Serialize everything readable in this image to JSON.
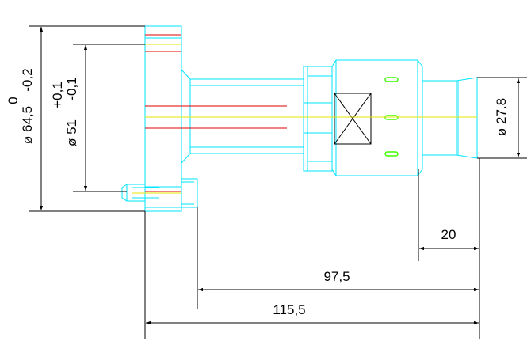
{
  "colors": {
    "background": "#ffffff",
    "part_outline": "#00e5ff",
    "center_line": "#e6e600",
    "hidden_line": "#e00000",
    "thread_marks": "#3cff00",
    "dimension_line": "#000000"
  },
  "dimensions": {
    "length_total": "115,5",
    "length_flange": "97,5",
    "length_connector": "20",
    "diameter_body": "ø 27.8",
    "diameter_flange": "ø 64,5",
    "diameter_flange_tol_upper": "0",
    "diameter_flange_tol_lower": "-0,2",
    "diameter_pitch": "ø 51",
    "diameter_pitch_tol_upper": "+0,1",
    "diameter_pitch_tol_lower": "-0,1"
  }
}
